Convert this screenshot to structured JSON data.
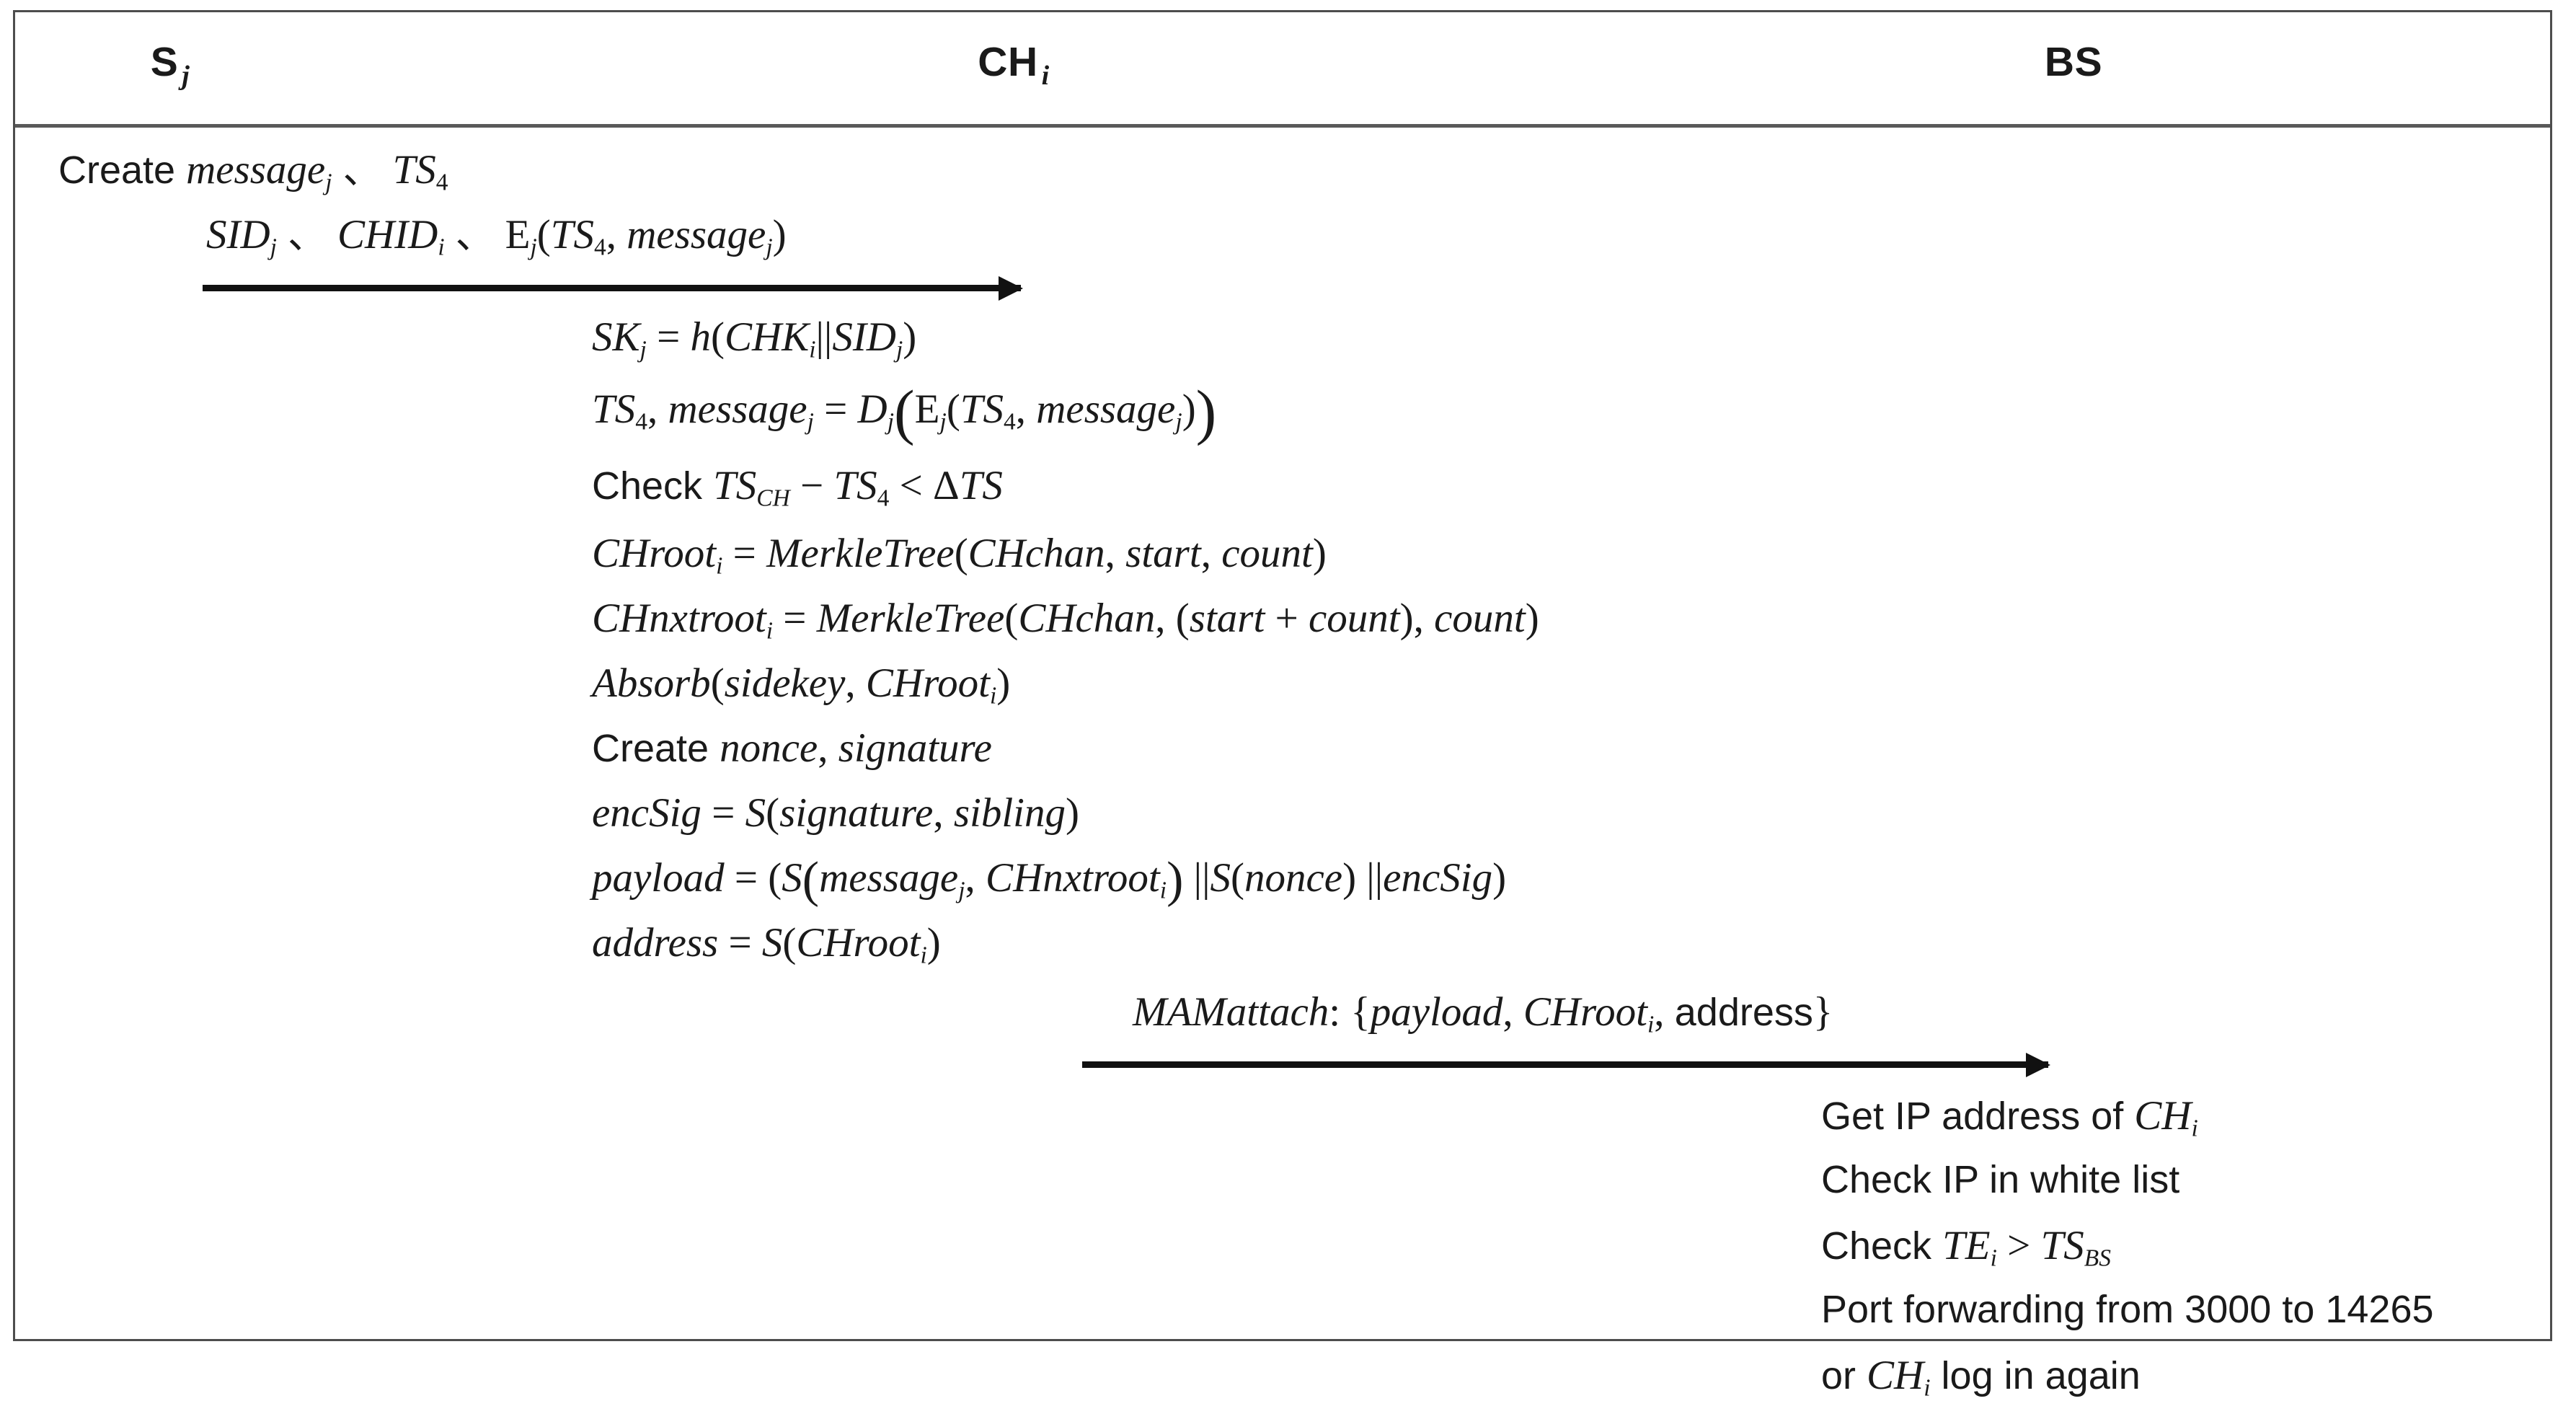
{
  "diagram": {
    "type": "protocol-sequence-diagram",
    "header": {
      "roles": [
        {
          "name": "S",
          "subscript": "j",
          "label": "S j"
        },
        {
          "name": "CH",
          "subscript": "i",
          "label": "CH i"
        },
        {
          "name": "BS",
          "subscript": "",
          "label": "BS"
        }
      ]
    },
    "sensor_steps": {
      "create": {
        "prefix": "Create ",
        "term1": "message",
        "term1_sub": "j",
        "sep": " 、 ",
        "term2": "TS",
        "term2_sub": "4"
      }
    },
    "message1": {
      "label_parts": {
        "sid": "SID",
        "sid_sub": "j",
        "sep1": " 、 ",
        "chid": "CHID",
        "chid_sub": "i",
        "sep2": " 、 ",
        "enc": "E",
        "enc_sub": "j",
        "open": "(",
        "ts": "TS",
        "ts_sub": "4",
        "comma": ", ",
        "msg": "message",
        "msg_sub": "j",
        "close": ")"
      },
      "full_text": "SID_j 、 CHID_i 、 E_j(TS_4, message_j)",
      "direction": "right",
      "from": "S_j",
      "to": "CH_i"
    },
    "ch_steps": [
      {
        "id": "sk",
        "text": "SK_j = h(CHK_i||SID_j)"
      },
      {
        "id": "decrypt",
        "text": "TS_4, message_j = D_j(E_j(TS_4, message_j))"
      },
      {
        "id": "check-ts",
        "text": "Check TS_CH − TS_4 < ΔTS"
      },
      {
        "id": "chroot",
        "text": "CHroot_i = MerkleTree(CHchan, start, count)"
      },
      {
        "id": "chnxtroot",
        "text": "CHnxtroot_i = MerkleTree(CHchan, (start + count), count)"
      },
      {
        "id": "absorb",
        "text": "Absorb(sidekey, CHroot_i)"
      },
      {
        "id": "create",
        "text": "Create nonce, signature"
      },
      {
        "id": "encsig",
        "text": "encSig = S(signature, sibling)"
      },
      {
        "id": "payload",
        "text": "payload = (S(message_j, CHnxtroot_i) ||S(nonce) ||encSig)"
      },
      {
        "id": "address",
        "text": "address = S(CHroot_i)"
      }
    ],
    "message2": {
      "name": "MAMattach",
      "colon": ": ",
      "open_brace": "{",
      "arg1": "payload",
      "comma1": ", ",
      "arg2": "CHroot",
      "arg2_sub": "i",
      "comma2": ", ",
      "arg3": "address",
      "close_brace": "}",
      "full_text": "MAMattach: {payload, CHroot_i, address}",
      "direction": "right",
      "from": "CH_i",
      "to": "BS"
    },
    "bs_steps": [
      {
        "id": "get-ip",
        "text": "Get IP address of CH_i"
      },
      {
        "id": "check-whitelist",
        "text": "Check IP in white list"
      },
      {
        "id": "check-te",
        "text": "Check TE_i > TS_BS"
      },
      {
        "id": "port-forward",
        "text": "Port forwarding from 3000 to 14265"
      },
      {
        "id": "relogin",
        "text": "or CH_i log in again"
      }
    ],
    "ports": {
      "from": "3000",
      "to": "14265"
    },
    "colors": {
      "border": "#4d4d4d",
      "rule": "#595959",
      "text": "#1a1a1a",
      "arrow": "#111111",
      "background": "#ffffff"
    }
  }
}
